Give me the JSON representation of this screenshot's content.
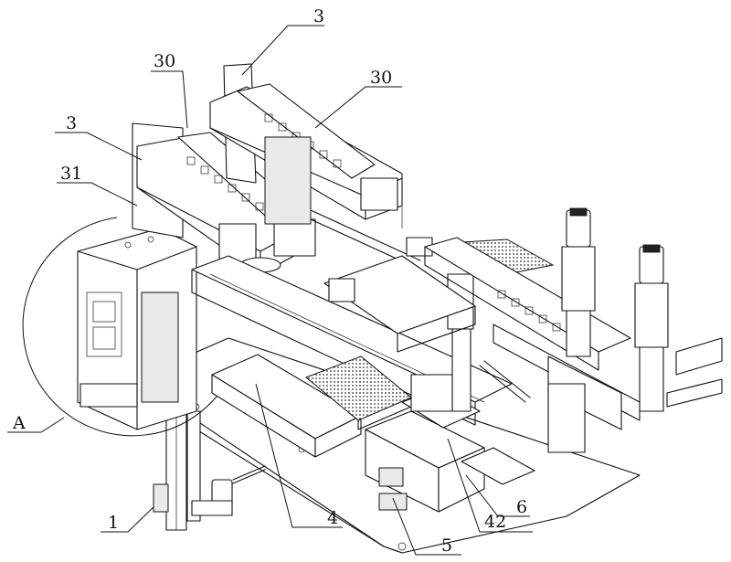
{
  "figure": {
    "type": "patent technical drawing",
    "subject": "isometric view of automated assembly machine",
    "callouts": [
      {
        "id": "callout-3-top",
        "text": "3"
      },
      {
        "id": "callout-30-top-right",
        "text": "30"
      },
      {
        "id": "callout-30-left",
        "text": "30"
      },
      {
        "id": "callout-3-left",
        "text": "3"
      },
      {
        "id": "callout-31",
        "text": "31"
      },
      {
        "id": "callout-A",
        "text": "A"
      },
      {
        "id": "callout-1",
        "text": "1"
      },
      {
        "id": "callout-4",
        "text": "4"
      },
      {
        "id": "callout-5",
        "text": "5"
      },
      {
        "id": "callout-42",
        "text": "42"
      },
      {
        "id": "callout-6",
        "text": "6"
      }
    ]
  }
}
